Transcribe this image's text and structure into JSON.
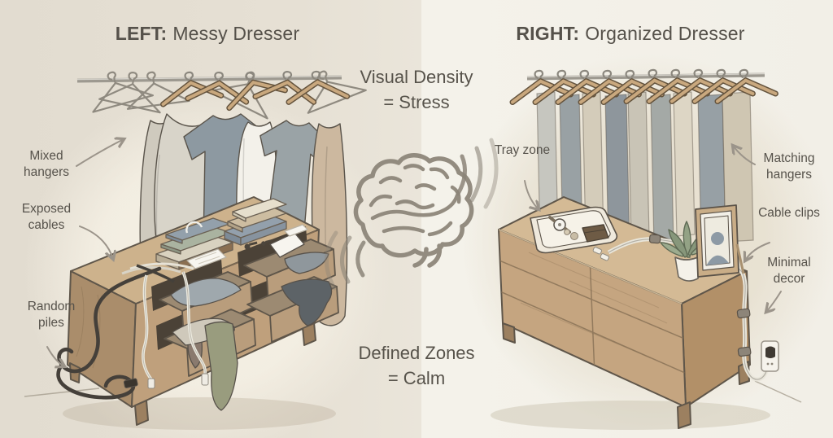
{
  "left": {
    "title_label": "LEFT:",
    "title_text": "Messy Dresser",
    "annotations": [
      {
        "id": "mixed-hangers",
        "label": "Mixed hangers"
      },
      {
        "id": "exposed-cables",
        "label": "Exposed cables"
      },
      {
        "id": "random-piles",
        "label": "Random piles"
      }
    ],
    "scene_objects": [
      "mixed wire and wooden hangers",
      "crumpled hanging clothes",
      "open drawers with spilling clothes",
      "tangled cables",
      "stacked books",
      "folded clothes pile",
      "keys",
      "loose papers"
    ]
  },
  "right": {
    "title_label": "RIGHT:",
    "title_text": "Organized Dresser",
    "annotations": [
      {
        "id": "tray-zone",
        "label": "Tray zone"
      },
      {
        "id": "matching-hangers",
        "label": "Matching hangers"
      },
      {
        "id": "cable-clips",
        "label": "Cable clips"
      },
      {
        "id": "minimal-decor",
        "label": "Minimal decor"
      }
    ],
    "scene_objects": [
      "matching wooden hangers",
      "neatly hung clothes",
      "closed dresser",
      "valet tray with watch, coins and wallet",
      "clipped cable routed to outlet",
      "potted succulent",
      "picture frame",
      "wall outlet"
    ]
  },
  "center": {
    "top_line1": "Visual Density",
    "top_line2": "= Stress",
    "bottom_line1": "Defined Zones",
    "bottom_line2": "= Calm"
  },
  "icons": {
    "center": "brain-icon",
    "waves": "sound-waves-icon",
    "annotation_pointer": "curved-arrow-icon"
  },
  "palette": {
    "bg_left": "#e3ddd1",
    "bg_right": "#f2f0e8",
    "text": "#56524b",
    "outline": "#5a5248",
    "wood_top": "#d4ba95",
    "wood_front": "#c5a580",
    "wood_side": "#b29068",
    "brain_and_arrows": "#8d8579",
    "cable_dark": "#45403a",
    "glow_left": "#f5f0e4",
    "glow_right": "#e7e0d0"
  }
}
